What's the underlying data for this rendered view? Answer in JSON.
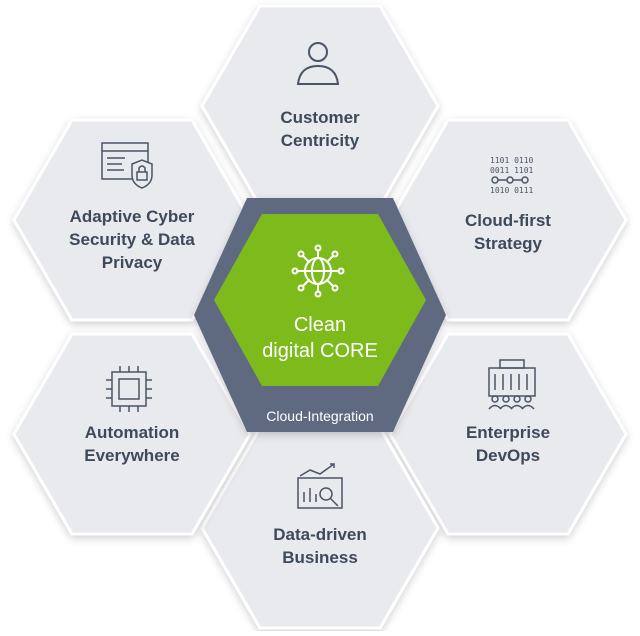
{
  "core": {
    "line1": "Clean",
    "line2": "digital CORE",
    "band": "Cloud-Integration",
    "icon": "globe-network-icon"
  },
  "segments": [
    {
      "id": "customer",
      "line1": "Customer",
      "line2": "Centricity",
      "line3": "",
      "icon": "person-icon"
    },
    {
      "id": "cloud",
      "line1": "Cloud-first",
      "line2": "Strategy",
      "line3": "",
      "icon": "binary-circuit-icon"
    },
    {
      "id": "devops",
      "line1": "Enterprise",
      "line2": "DevOps",
      "line3": "",
      "icon": "building-team-icon"
    },
    {
      "id": "data",
      "line1": "Data-driven",
      "line2": "Business",
      "line3": "",
      "icon": "analytics-chart-icon"
    },
    {
      "id": "automation",
      "line1": "Automation",
      "line2": "Everywhere",
      "line3": "",
      "icon": "chip-icon"
    },
    {
      "id": "security",
      "line1": "Adaptive Cyber",
      "line2": "Security & Data",
      "line3": "Privacy",
      "icon": "secure-window-icon"
    }
  ],
  "colors": {
    "hex_fill": "#e8eaee",
    "ring": "#5e6b80",
    "core_green": "#7dbb1c",
    "text": "#3e4a5c",
    "icon_stroke": "#4a5568"
  }
}
